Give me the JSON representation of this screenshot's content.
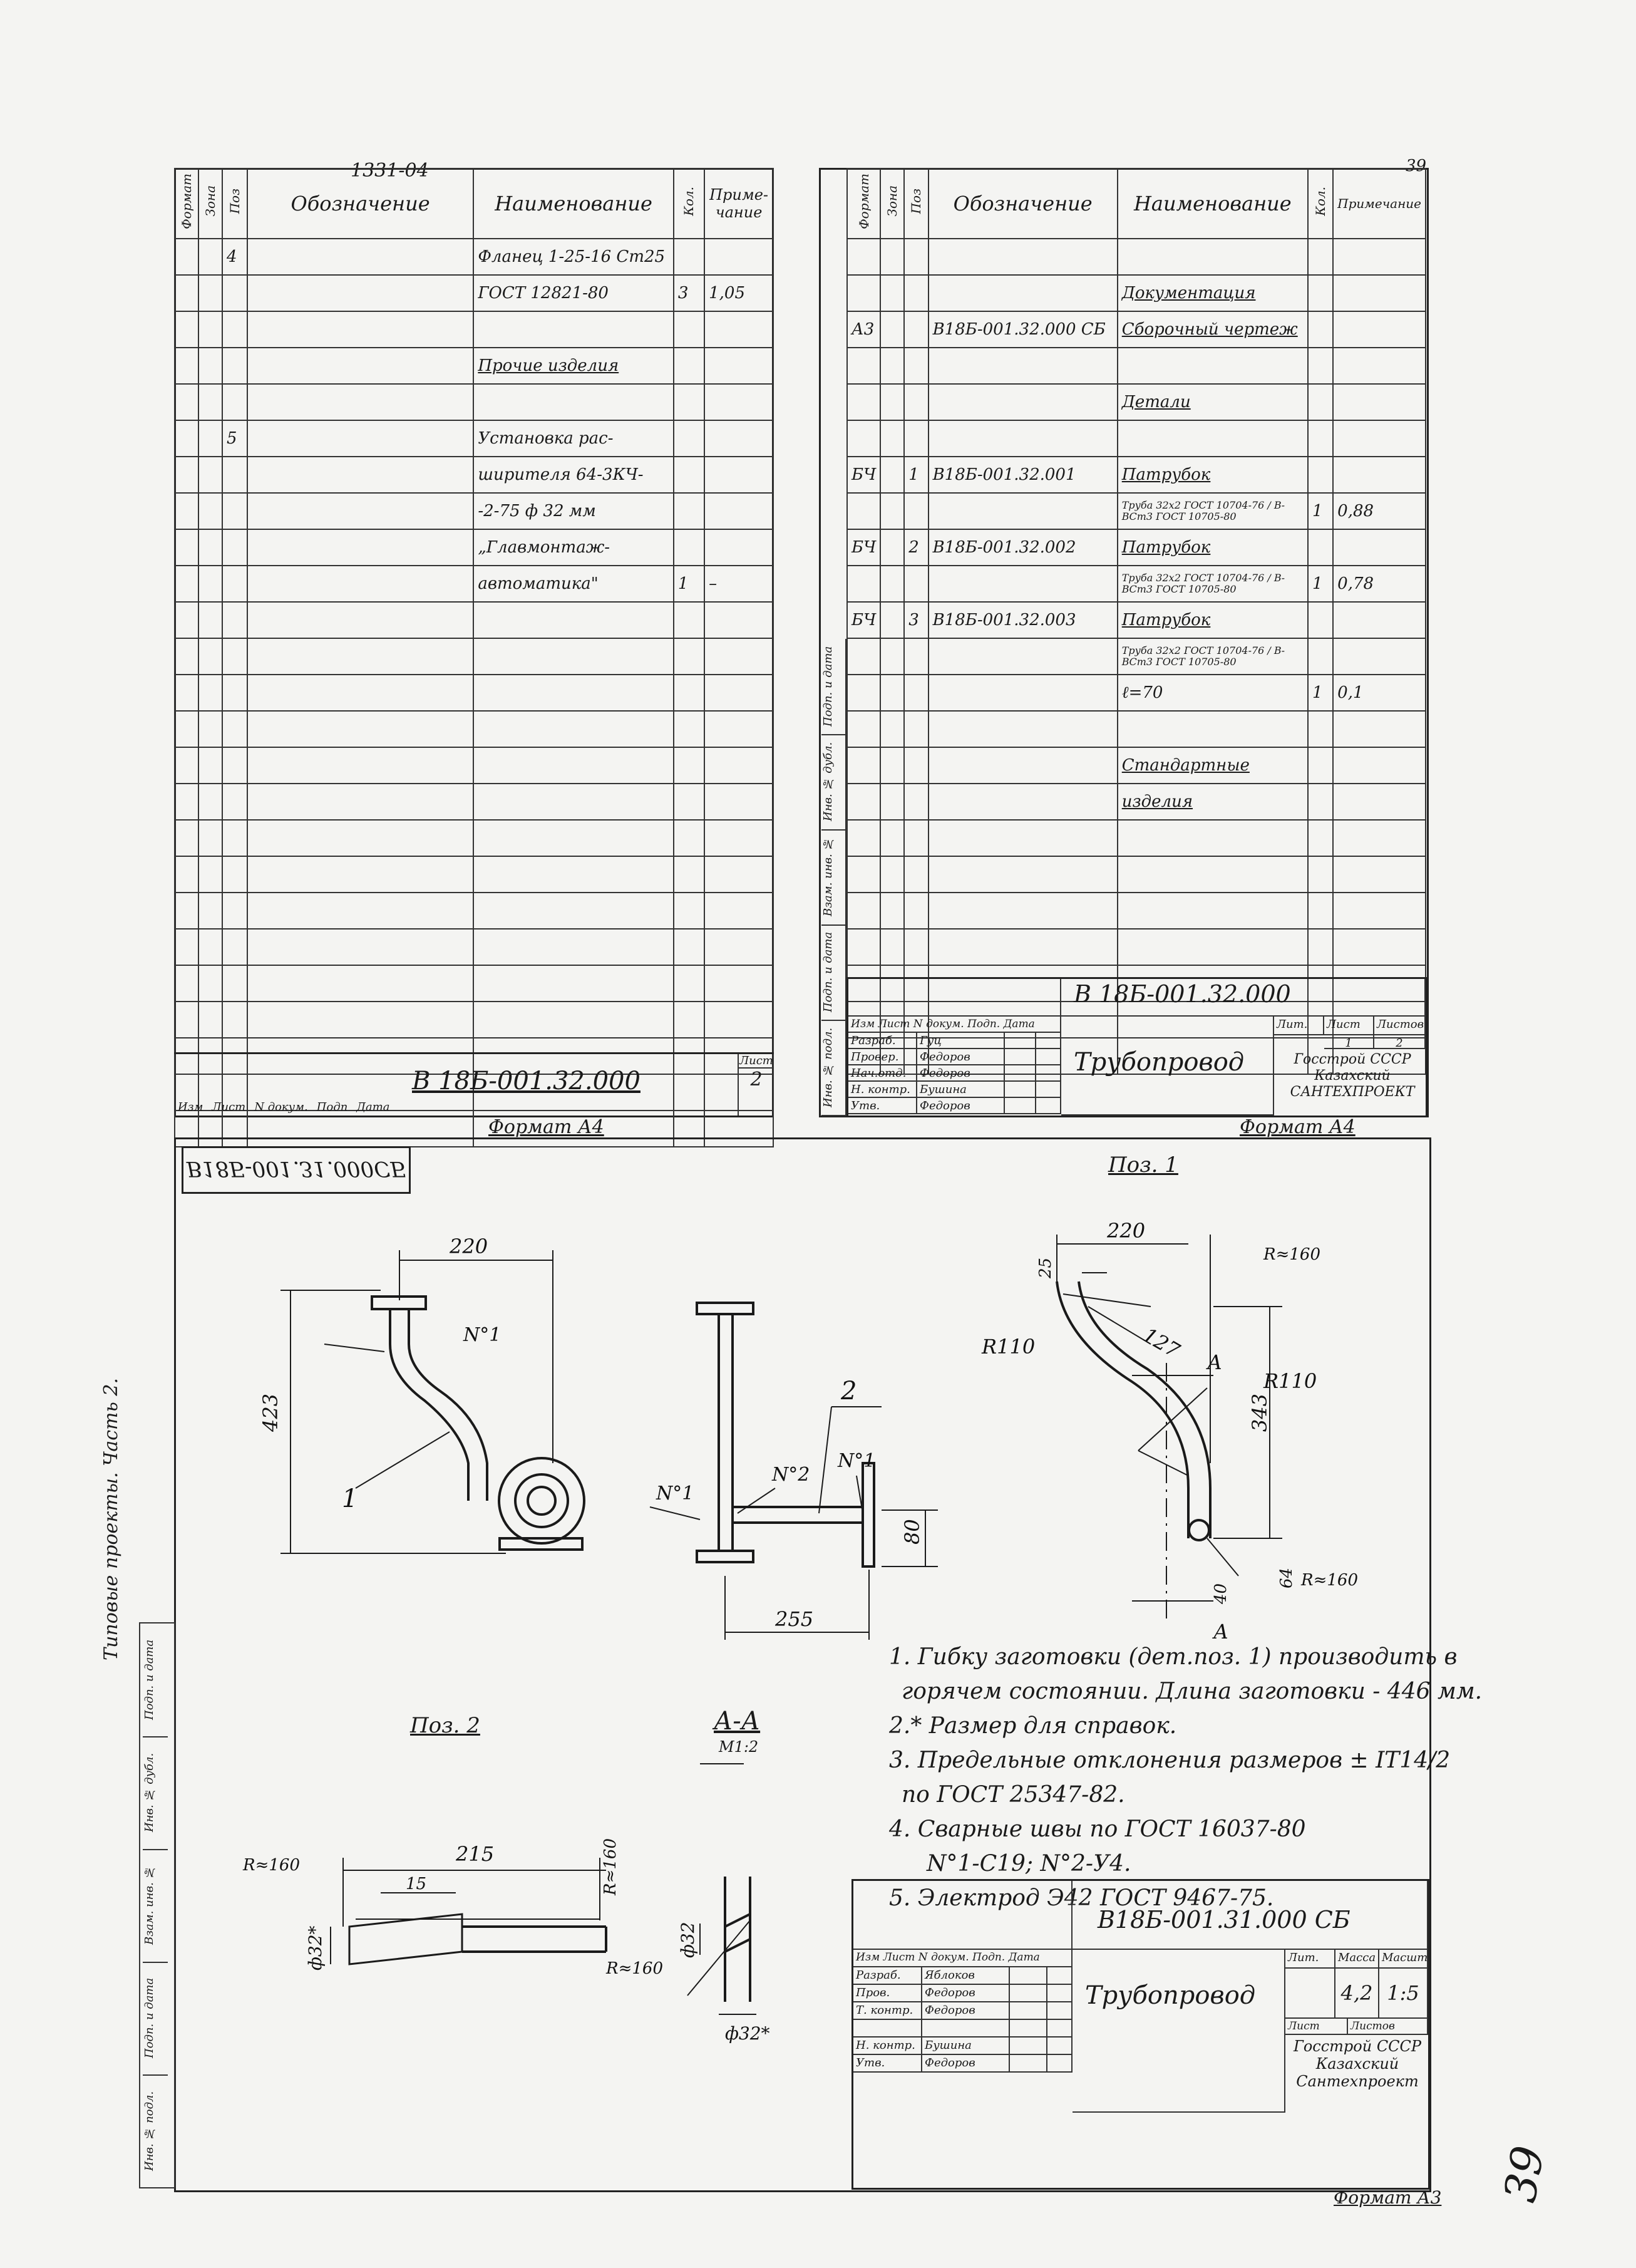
{
  "top_code": "1331-04",
  "page_num_top": "39",
  "left_spec": {
    "headers": {
      "format": "Формат",
      "zone": "Зона",
      "pos": "Поз",
      "designation": "Обозначение",
      "name": "Наименование",
      "qty": "Кол.",
      "note": "Приме-чание"
    },
    "rows": [
      {
        "pos": "4",
        "designation": "",
        "name": "Фланец 1-25-16 Ст25",
        "qty": "",
        "note": ""
      },
      {
        "pos": "",
        "designation": "",
        "name": "ГОСТ 12821-80",
        "qty": "3",
        "note": "1,05"
      },
      {
        "pos": "",
        "designation": "",
        "name": "",
        "qty": "",
        "note": ""
      },
      {
        "pos": "",
        "designation": "",
        "name": "Прочие изделия",
        "qty": "",
        "note": ""
      },
      {
        "pos": "",
        "designation": "",
        "name": "",
        "qty": "",
        "note": ""
      },
      {
        "pos": "5",
        "designation": "",
        "name": "Установка рас-",
        "qty": "",
        "note": ""
      },
      {
        "pos": "",
        "designation": "",
        "name": "ширителя 64-3КЧ-",
        "qty": "",
        "note": ""
      },
      {
        "pos": "",
        "designation": "",
        "name": "-2-75 ф 32 мм",
        "qty": "",
        "note": ""
      },
      {
        "pos": "",
        "designation": "",
        "name": "„Главмонтаж-",
        "qty": "",
        "note": ""
      },
      {
        "pos": "",
        "designation": "",
        "name": "автоматика\"",
        "qty": "1",
        "note": "–"
      }
    ],
    "stamp_designation": "В 18Б-001.32.000",
    "sheet_label": "Лист",
    "sheet_no": "2",
    "footer": {
      "izm": "Изм",
      "list": "Лист",
      "doc": "N докум.",
      "sign": "Подп",
      "date": "Дата"
    },
    "format_label": "Формат А4"
  },
  "right_spec": {
    "headers": {
      "format": "Формат",
      "zone": "Зона",
      "pos": "Поз",
      "designation": "Обозначение",
      "name": "Наименование",
      "qty": "Кол.",
      "note": "Примечание"
    },
    "rows": [
      {
        "fmt": "",
        "pos": "",
        "designation": "",
        "name": "",
        "qty": "",
        "note": ""
      },
      {
        "fmt": "",
        "pos": "",
        "designation": "",
        "name": "Документация",
        "qty": "",
        "note": ""
      },
      {
        "fmt": "А3",
        "pos": "",
        "designation": "В18Б-001.32.000 СБ",
        "name": "Сборочный чертеж",
        "qty": "",
        "note": ""
      },
      {
        "fmt": "",
        "pos": "",
        "designation": "",
        "name": "",
        "qty": "",
        "note": ""
      },
      {
        "fmt": "",
        "pos": "",
        "designation": "",
        "name": "Детали",
        "qty": "",
        "note": ""
      },
      {
        "fmt": "",
        "pos": "",
        "designation": "",
        "name": "",
        "qty": "",
        "note": ""
      },
      {
        "fmt": "БЧ",
        "pos": "1",
        "designation": "В18Б-001.32.001",
        "name": "Патрубок",
        "qty": "",
        "note": ""
      },
      {
        "fmt": "",
        "pos": "",
        "designation": "",
        "name": "Труба 32х2 ГОСТ 10704-76 / В-ВСт3 ГОСТ 10705-80",
        "qty": "1",
        "note": "0,88"
      },
      {
        "fmt": "БЧ",
        "pos": "2",
        "designation": "В18Б-001.32.002",
        "name": "Патрубок",
        "qty": "",
        "note": ""
      },
      {
        "fmt": "",
        "pos": "",
        "designation": "",
        "name": "Труба 32х2 ГОСТ 10704-76 / В-ВСт3 ГОСТ 10705-80",
        "qty": "1",
        "note": "0,78"
      },
      {
        "fmt": "БЧ",
        "pos": "3",
        "designation": "В18Б-001.32.003",
        "name": "Патрубок",
        "qty": "",
        "note": ""
      },
      {
        "fmt": "",
        "pos": "",
        "designation": "",
        "name": "Труба 32х2 ГОСТ 10704-76 / В-ВСт3 ГОСТ 10705-80",
        "qty": "",
        "note": ""
      },
      {
        "fmt": "",
        "pos": "",
        "designation": "",
        "name": "ℓ=70",
        "qty": "1",
        "note": "0,1"
      },
      {
        "fmt": "",
        "pos": "",
        "designation": "",
        "name": "",
        "qty": "",
        "note": ""
      },
      {
        "fmt": "",
        "pos": "",
        "designation": "",
        "name": "Стандартные",
        "qty": "",
        "note": ""
      },
      {
        "fmt": "",
        "pos": "",
        "designation": "",
        "name": "изделия",
        "qty": "",
        "note": ""
      }
    ],
    "stamp": {
      "designation": "В 18Б-001.32.000",
      "title": "Трубопровод",
      "lit": "Лит.",
      "list": "Лист",
      "lists": "Листов",
      "list_val": "1",
      "lists_val": "2",
      "org": [
        "Госстрой СССР",
        "Казахский",
        "САНТЕХПРОЕКТ"
      ],
      "roles": [
        {
          "role": "Разраб.",
          "name": "Гуц"
        },
        {
          "role": "Провер.",
          "name": "Федоров"
        },
        {
          "role": "Нач.отд.",
          "name": "Федоров"
        },
        {
          "role": "Н. контр.",
          "name": "Бушина"
        },
        {
          "role": "Утв.",
          "name": "Федоров"
        }
      ],
      "footer": {
        "izm": "Изм",
        "list": "Лист",
        "doc": "N докум.",
        "sign": "Подп.",
        "date": "Дата"
      }
    },
    "format_label": "Формат А4"
  },
  "side_labels": [
    "Инв. № подл.",
    "Подп. и дата",
    "Взам. инв. №",
    "Инв. № дубл.",
    "Подп. и дата"
  ],
  "drawing": {
    "mirror_code": "В18Б-001.31.000СБ",
    "pos1_title": "Поз. 1",
    "pos2_title": "Поз. 2",
    "section_title": "А-А",
    "section_scale": "М1:2",
    "vertical_note": "Типовые проекты. Часть 2.",
    "dims": {
      "d220a": "220",
      "d423": "423",
      "d255": "255",
      "d80": "80",
      "d220b": "220",
      "d25": "25",
      "d127": "127",
      "d343": "343",
      "d64": "64",
      "d40": "40",
      "r110a": "R110",
      "r110b": "R110",
      "r160a": "R≈160",
      "r160b": "R≈160",
      "d215": "215",
      "d15": "15",
      "d32a": "ф32*",
      "r160c": "R≈160",
      "r160d": "R≈160",
      "d32b": "ф32",
      "d32c": "ф32*",
      "r160e": "R≈160",
      "a_mark": "А"
    },
    "callouts": {
      "n1a": "N°1",
      "one": "1",
      "two": "2",
      "n2": "N°2",
      "n1b": "N°1",
      "n1c": "N°1"
    },
    "notes": [
      "1. Гибку заготовки (дет.поз. 1) производить в",
      "горячем состоянии. Длина заготовки - 446 мм.",
      "2.* Размер для справок.",
      "3. Предельные отклонения размеров ± IT14/2",
      "по ГОСТ 25347-82.",
      "4. Сварные швы по ГОСТ 16037-80",
      "N°1-С19; N°2-У4.",
      "5. Электрод Э42 ГОСТ 9467-75."
    ],
    "stamp": {
      "designation": "В18Б-001.31.000 СБ",
      "title": "Трубопровод",
      "lit": "Лит.",
      "mass": "Масса",
      "scale": "Масштаб",
      "mass_val": "4,2",
      "scale_val": "1:5",
      "list": "Лист",
      "lists": "Листов",
      "org": [
        "Госстрой СССР",
        "Казахский",
        "Сантехпроект"
      ],
      "roles": [
        {
          "role": "Разраб.",
          "name": "Яблоков"
        },
        {
          "role": "Пров.",
          "name": "Федоров"
        },
        {
          "role": "Т. контр.",
          "name": "Федоров"
        },
        {
          "role": "",
          "name": ""
        },
        {
          "role": "Н. контр.",
          "name": "Бушина"
        },
        {
          "role": "Утв.",
          "name": "Федоров"
        }
      ],
      "footer": {
        "izm": "Изм",
        "list": "Лист",
        "doc": "N докум.",
        "sign": "Подп.",
        "date": "Дата"
      }
    },
    "format_label": "Формат А3",
    "page_corner": "39"
  }
}
